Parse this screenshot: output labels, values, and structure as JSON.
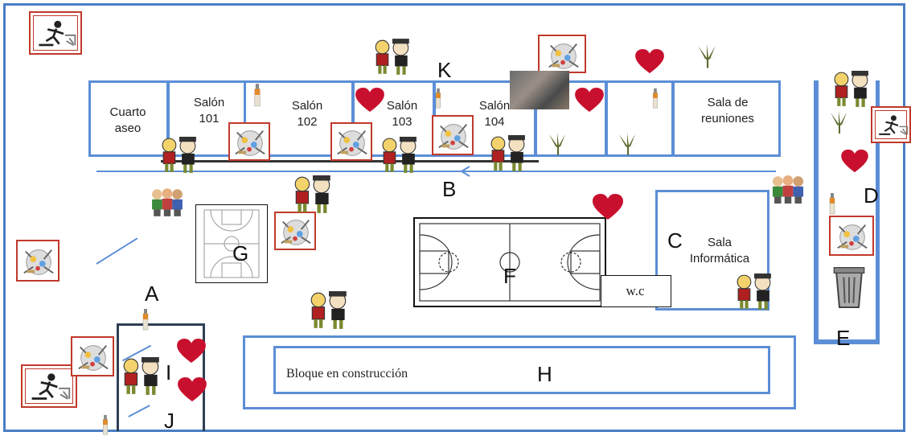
{
  "rooms": {
    "cuarto_aseo": "Cuarto\naseo",
    "salon_101": "Salón\n101",
    "salon_102": "Salón\n102",
    "salon_103": "Salón\n103",
    "salon_104": "Salón\n104",
    "sala_reuniones": "Sala de\nreuniones",
    "sala_informatica": "Sala\nInformática",
    "wc": "w.c",
    "bloque": "Bloque en construcción"
  },
  "letters": {
    "A": "A",
    "B": "B",
    "C": "C",
    "D": "D",
    "E": "E",
    "F": "F",
    "G": "G",
    "H": "H",
    "I": "I",
    "J": "J",
    "K": "K"
  },
  "icons": {
    "exit": "running-exit-icon",
    "drugs": "drugs-icon",
    "cigarette": "cigarette-icon",
    "heart": "heart-icon",
    "cannabis": "cannabis-leaf-icon",
    "fight": "fight-icon",
    "group": "group-icon",
    "trash": "trash-icon"
  },
  "colors": {
    "wall": "#5b8ed6",
    "heart": "#c8102e",
    "frame": "#c0392b",
    "leaf": "#5c6b2e"
  }
}
